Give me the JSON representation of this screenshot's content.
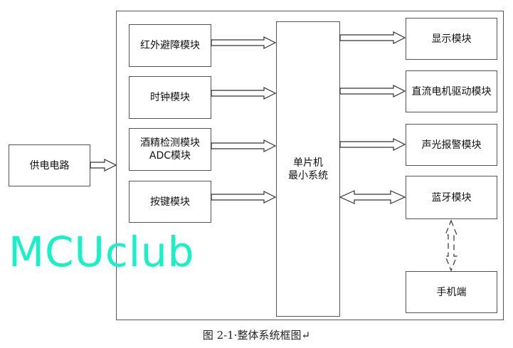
{
  "watermark": "MCUclub",
  "power": "供电电路",
  "inputs": [
    "红外避障模块",
    "时钟模块",
    "酒精检测模块\nADC模块",
    "按键模块"
  ],
  "mcu": "单片机\n最小系统",
  "outputs": [
    "显示模块",
    "直流电机驱动模块",
    "声光报警模块",
    "蓝牙模块"
  ],
  "phone": "手机端",
  "caption": "图 2-1·整体系统框图↵"
}
